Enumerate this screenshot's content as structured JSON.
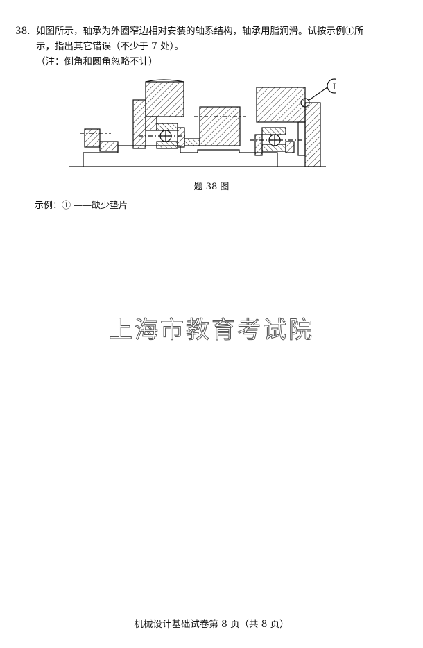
{
  "question": {
    "number": "38.",
    "line1": "如图所示，轴承为外圈窄边相对安装的轴系结构，轴承用脂润滑。试按示例①所",
    "line2": "示，指出其它错误（不少于 7 处）。",
    "note": "（注：倒角和圆角忽略不计）"
  },
  "figure": {
    "callout_label": "I",
    "caption": "题 38 图"
  },
  "example": "示例：① ——缺少垫片",
  "watermark": "上海市教育考试院",
  "footer": "机械设计基础试卷第 8 页（共 8 页）"
}
